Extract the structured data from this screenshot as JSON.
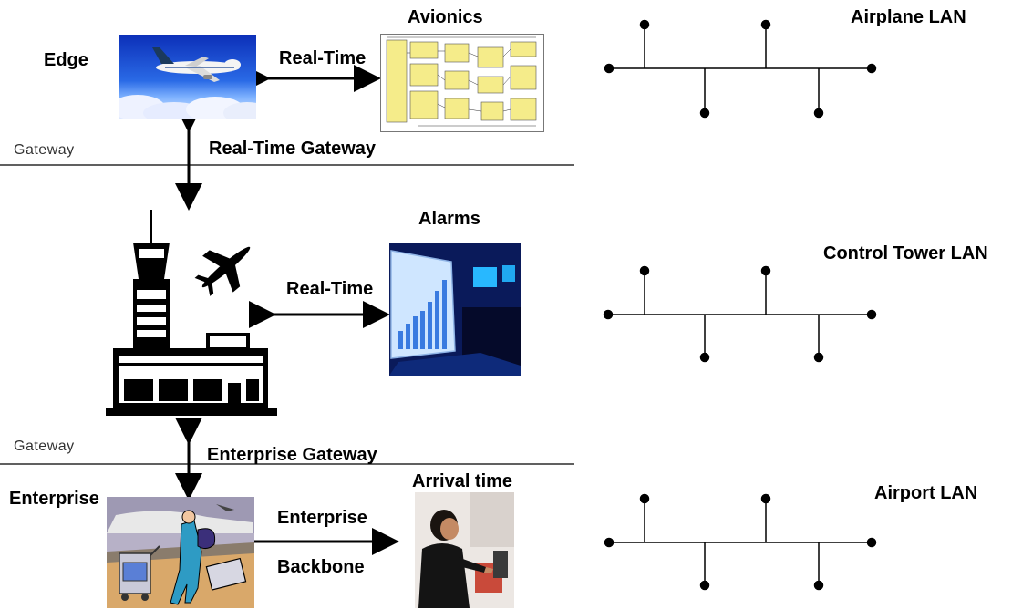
{
  "labels": {
    "edge": "Edge",
    "avionics": "Avionics",
    "realtime_top": "Real-Time",
    "airplane_lan": "Airplane LAN",
    "gateway_1": "Gateway",
    "realtime_gateway": "Real-Time Gateway",
    "alarms": "Alarms",
    "realtime_mid": "Real-Time",
    "control_tower_lan": "Control Tower LAN",
    "gateway_2": "Gateway",
    "enterprise_gateway": "Enterprise Gateway",
    "arrival_time": "Arrival time",
    "enterprise": "Enterprise",
    "enterprise_backbone_1": "Enterprise",
    "enterprise_backbone_2": "Backbone",
    "airport_lan": "Airport LAN"
  },
  "colors": {
    "sky": "#1f5fd6",
    "monitor_bg": "#0a1a5a",
    "schematic_yellow": "#f5ec8a",
    "line": "#000000"
  }
}
